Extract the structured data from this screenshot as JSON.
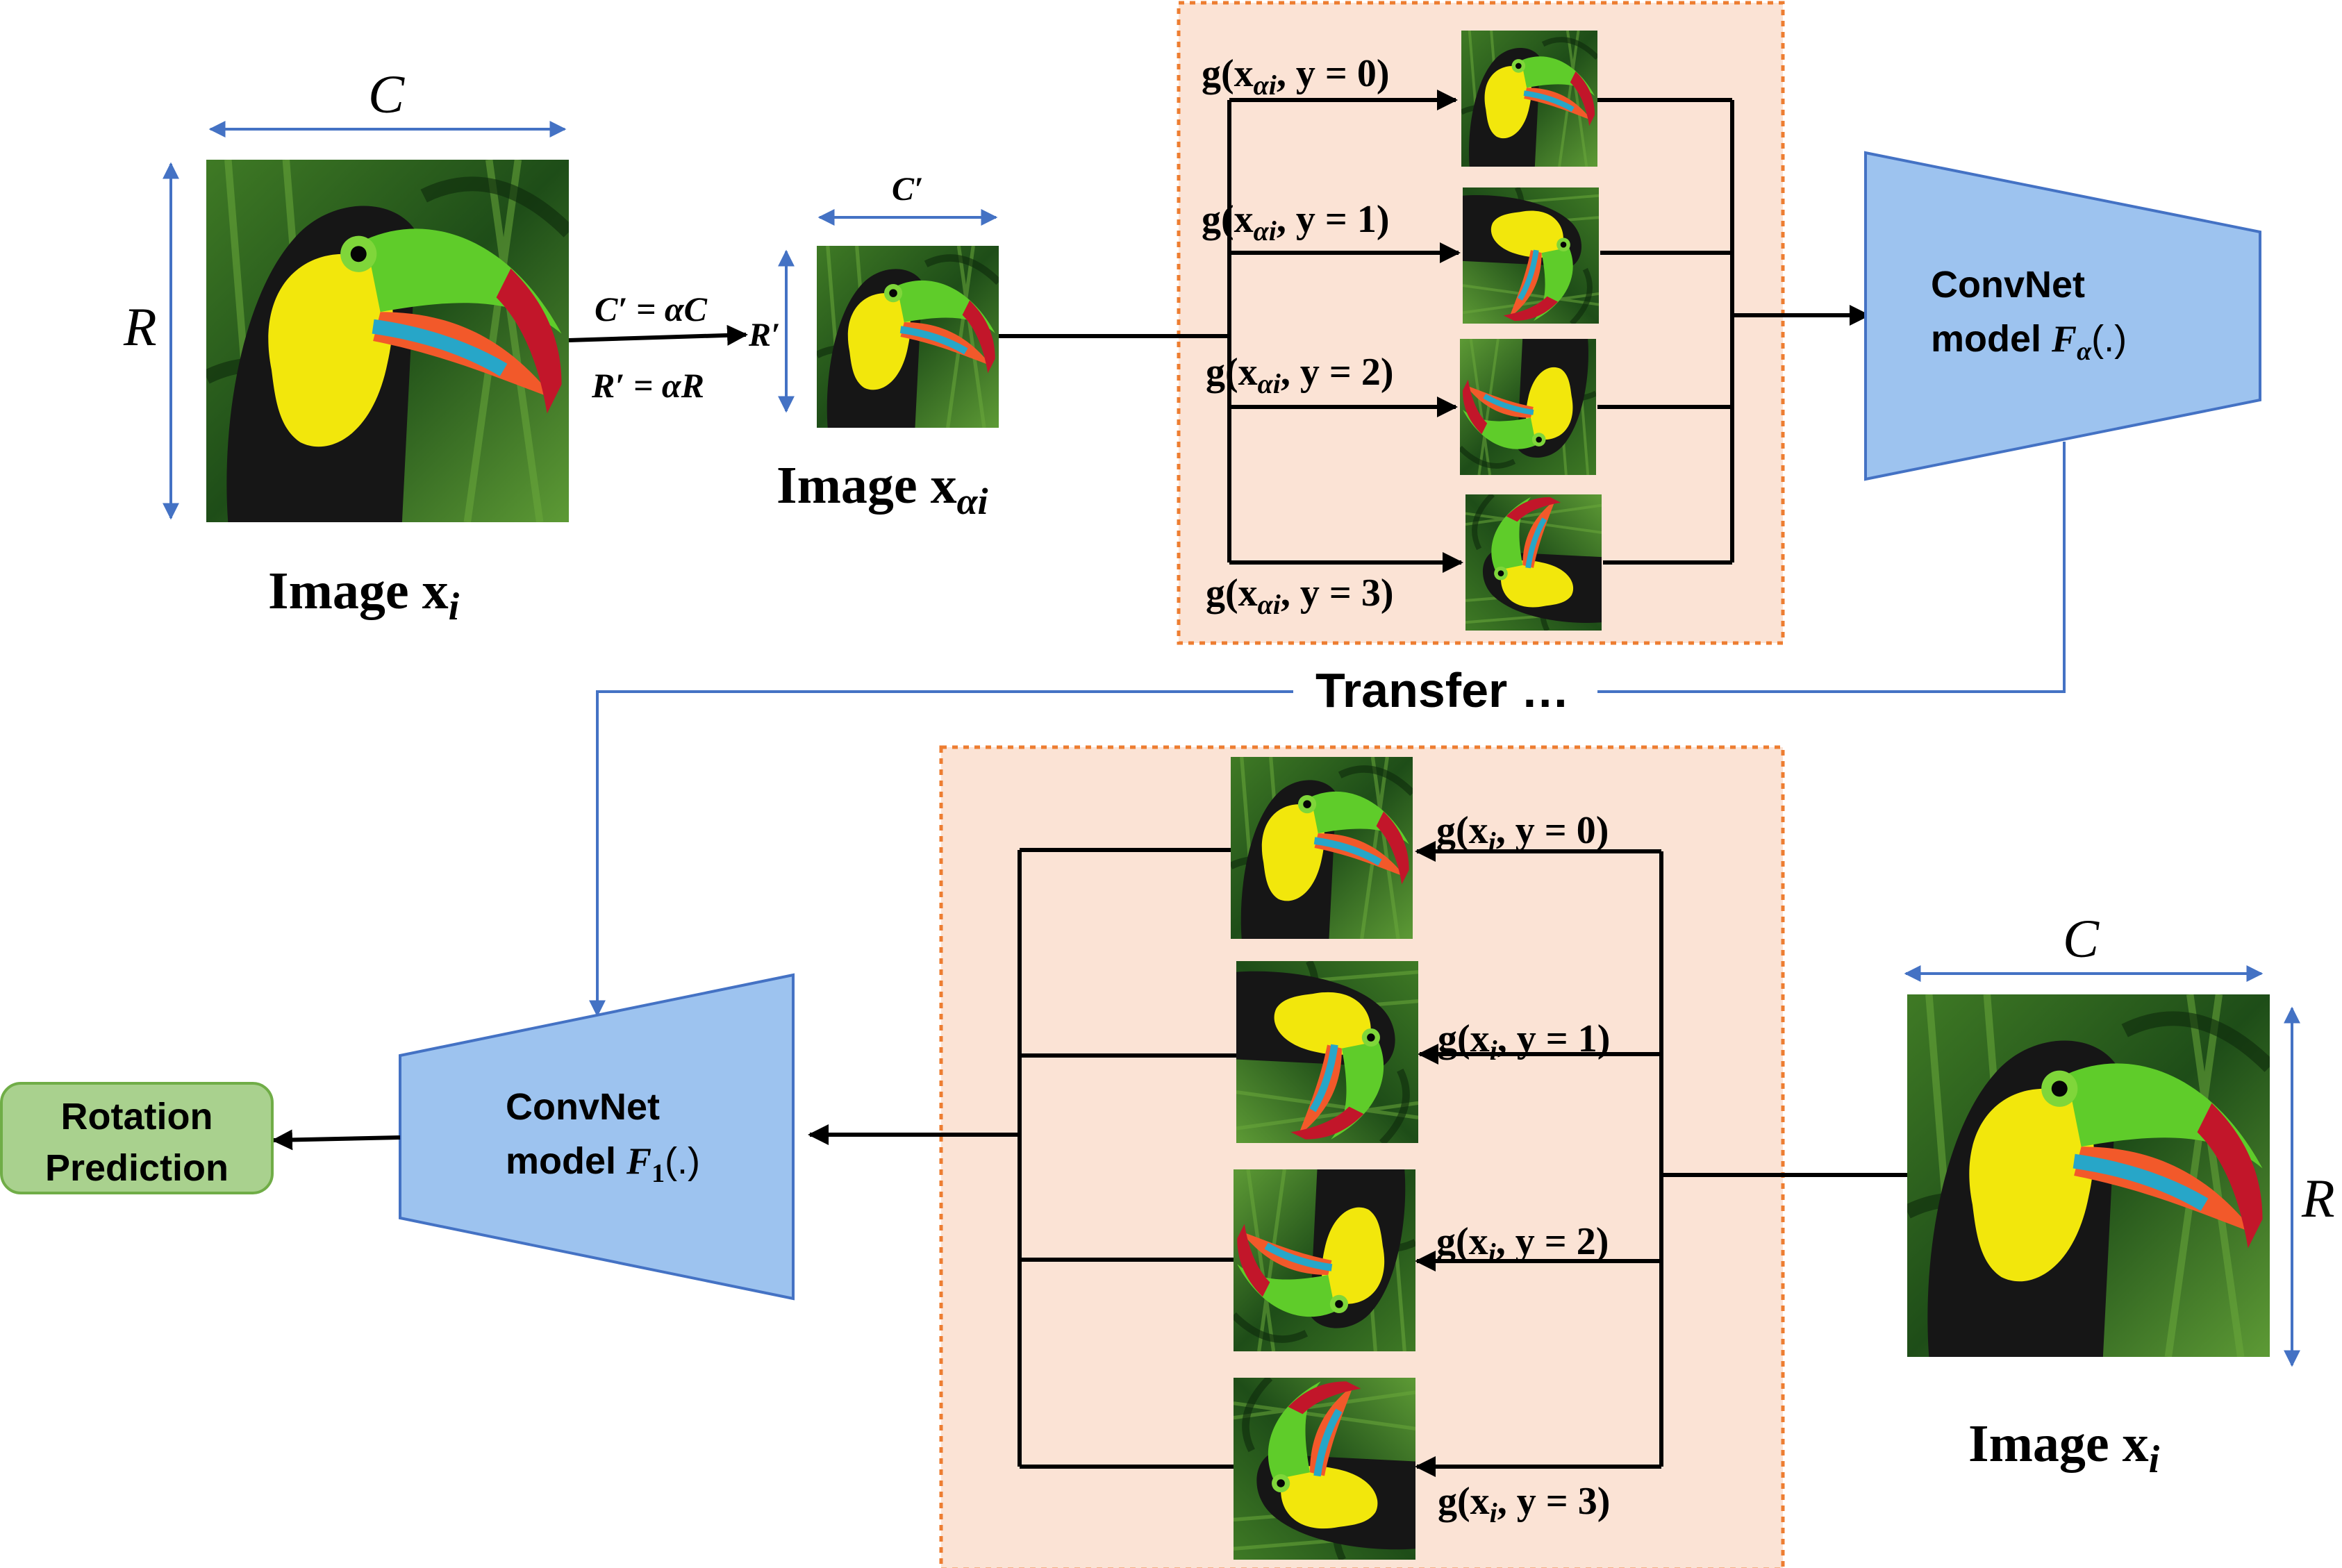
{
  "colors": {
    "accent_blue": "#4472c4",
    "convnet_fill": "#9dc3ef",
    "convnet_stroke": "#4472c4",
    "panel_fill": "#fbe3d5",
    "panel_border": "#ed7d31",
    "output_fill": "#a9d18e",
    "output_stroke": "#70ad47",
    "toucan_body": "#161616",
    "toucan_throat": "#f2e70c",
    "toucan_beak_green": "#5fcc2a",
    "toucan_beak_orange": "#f2592a",
    "toucan_beak_tip": "#c2162a",
    "foliage_dark": "#143d12",
    "foliage_light": "#4f8f2c"
  },
  "top_input": {
    "caption": "Image x",
    "subscript": "i",
    "width_label": "C",
    "height_label": "R"
  },
  "resize": {
    "eq_c": "C′ = αC",
    "eq_r": "R′ = αR"
  },
  "small_image": {
    "caption": "Image x",
    "subscript": "αi",
    "width_label": "C′",
    "height_label": "R′"
  },
  "top_rotations": [
    {
      "pre": "g(x",
      "sub": "αi",
      "post": ",  y = 0)",
      "rotation_deg": 0
    },
    {
      "pre": "g(x",
      "sub": "αi",
      "post": ",  y = 1)",
      "rotation_deg": 90
    },
    {
      "pre": "g(x",
      "sub": "αi",
      "post": ",  y = 2)",
      "rotation_deg": 180
    },
    {
      "pre": "g(x",
      "sub": "αi",
      "post": ",  y = 3)",
      "rotation_deg": 270
    }
  ],
  "convnet_top": {
    "line1": "ConvNet",
    "line2": "model ",
    "fn": "F",
    "fn_sub": "α",
    "fn_args": "(.)"
  },
  "transfer_label": "Transfer …",
  "bottom_rotations": [
    {
      "pre": "g(x",
      "sub": "i",
      "post": ",  y = 0)",
      "rotation_deg": 0
    },
    {
      "pre": "g(x",
      "sub": "i",
      "post": ",  y = 1)",
      "rotation_deg": 90
    },
    {
      "pre": "g(x",
      "sub": "i",
      "post": ",  y = 2)",
      "rotation_deg": 180
    },
    {
      "pre": "g(x",
      "sub": "i",
      "post": ",  y = 3)",
      "rotation_deg": 270
    }
  ],
  "convnet_bottom": {
    "line1": "ConvNet",
    "line2": "model ",
    "fn": "F",
    "fn_sub": "1",
    "fn_args": "(.)"
  },
  "output": {
    "line1": "Rotation",
    "line2": "Prediction"
  },
  "bottom_input": {
    "caption": "Image x",
    "subscript": "i",
    "width_label": "C",
    "height_label": "R"
  }
}
